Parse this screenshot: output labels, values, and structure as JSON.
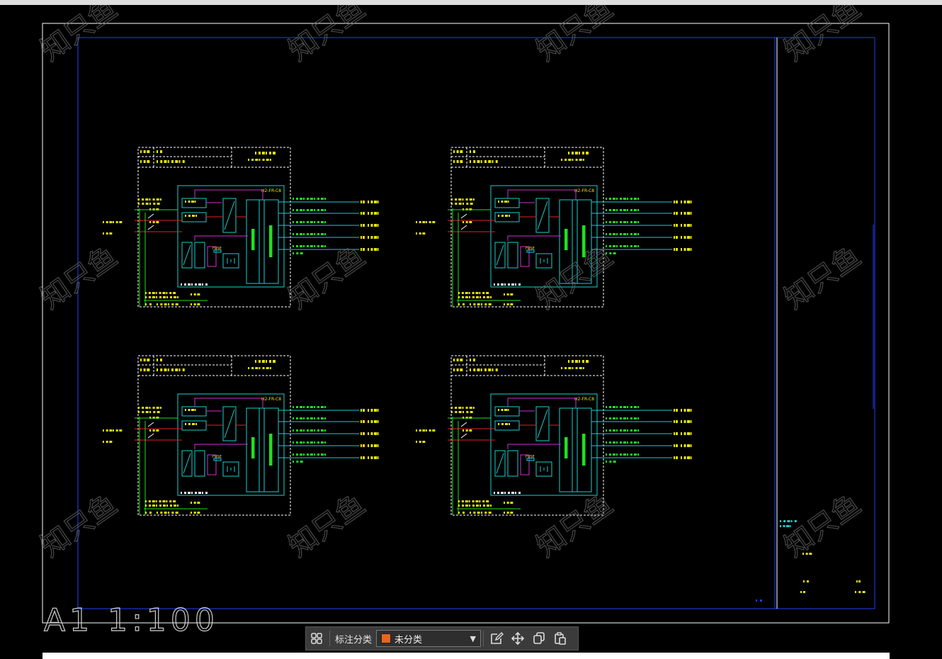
{
  "app": {
    "sheet_label": "A1 1:100",
    "watermark": "知只鱼"
  },
  "toolbar": {
    "grid_icon": "grid-icon",
    "annotate_label": "标注分类",
    "category_value": "未分类",
    "category_color": "#e8661c",
    "tools": [
      {
        "name": "edit-icon"
      },
      {
        "name": "move-icon"
      },
      {
        "name": "copy-icon"
      },
      {
        "name": "paste-icon"
      }
    ]
  },
  "colors": {
    "frame_white": "#ffffff",
    "frame_blue": "#2040ff",
    "wire_cyan": "#19d0d0",
    "wire_red": "#e82020",
    "wire_magenta": "#d030d0",
    "wire_green": "#20e020",
    "text_yellow": "#e8e800"
  },
  "schematic": {
    "module_label": "H2-FR-C8",
    "fuse_label": "FUSE"
  }
}
